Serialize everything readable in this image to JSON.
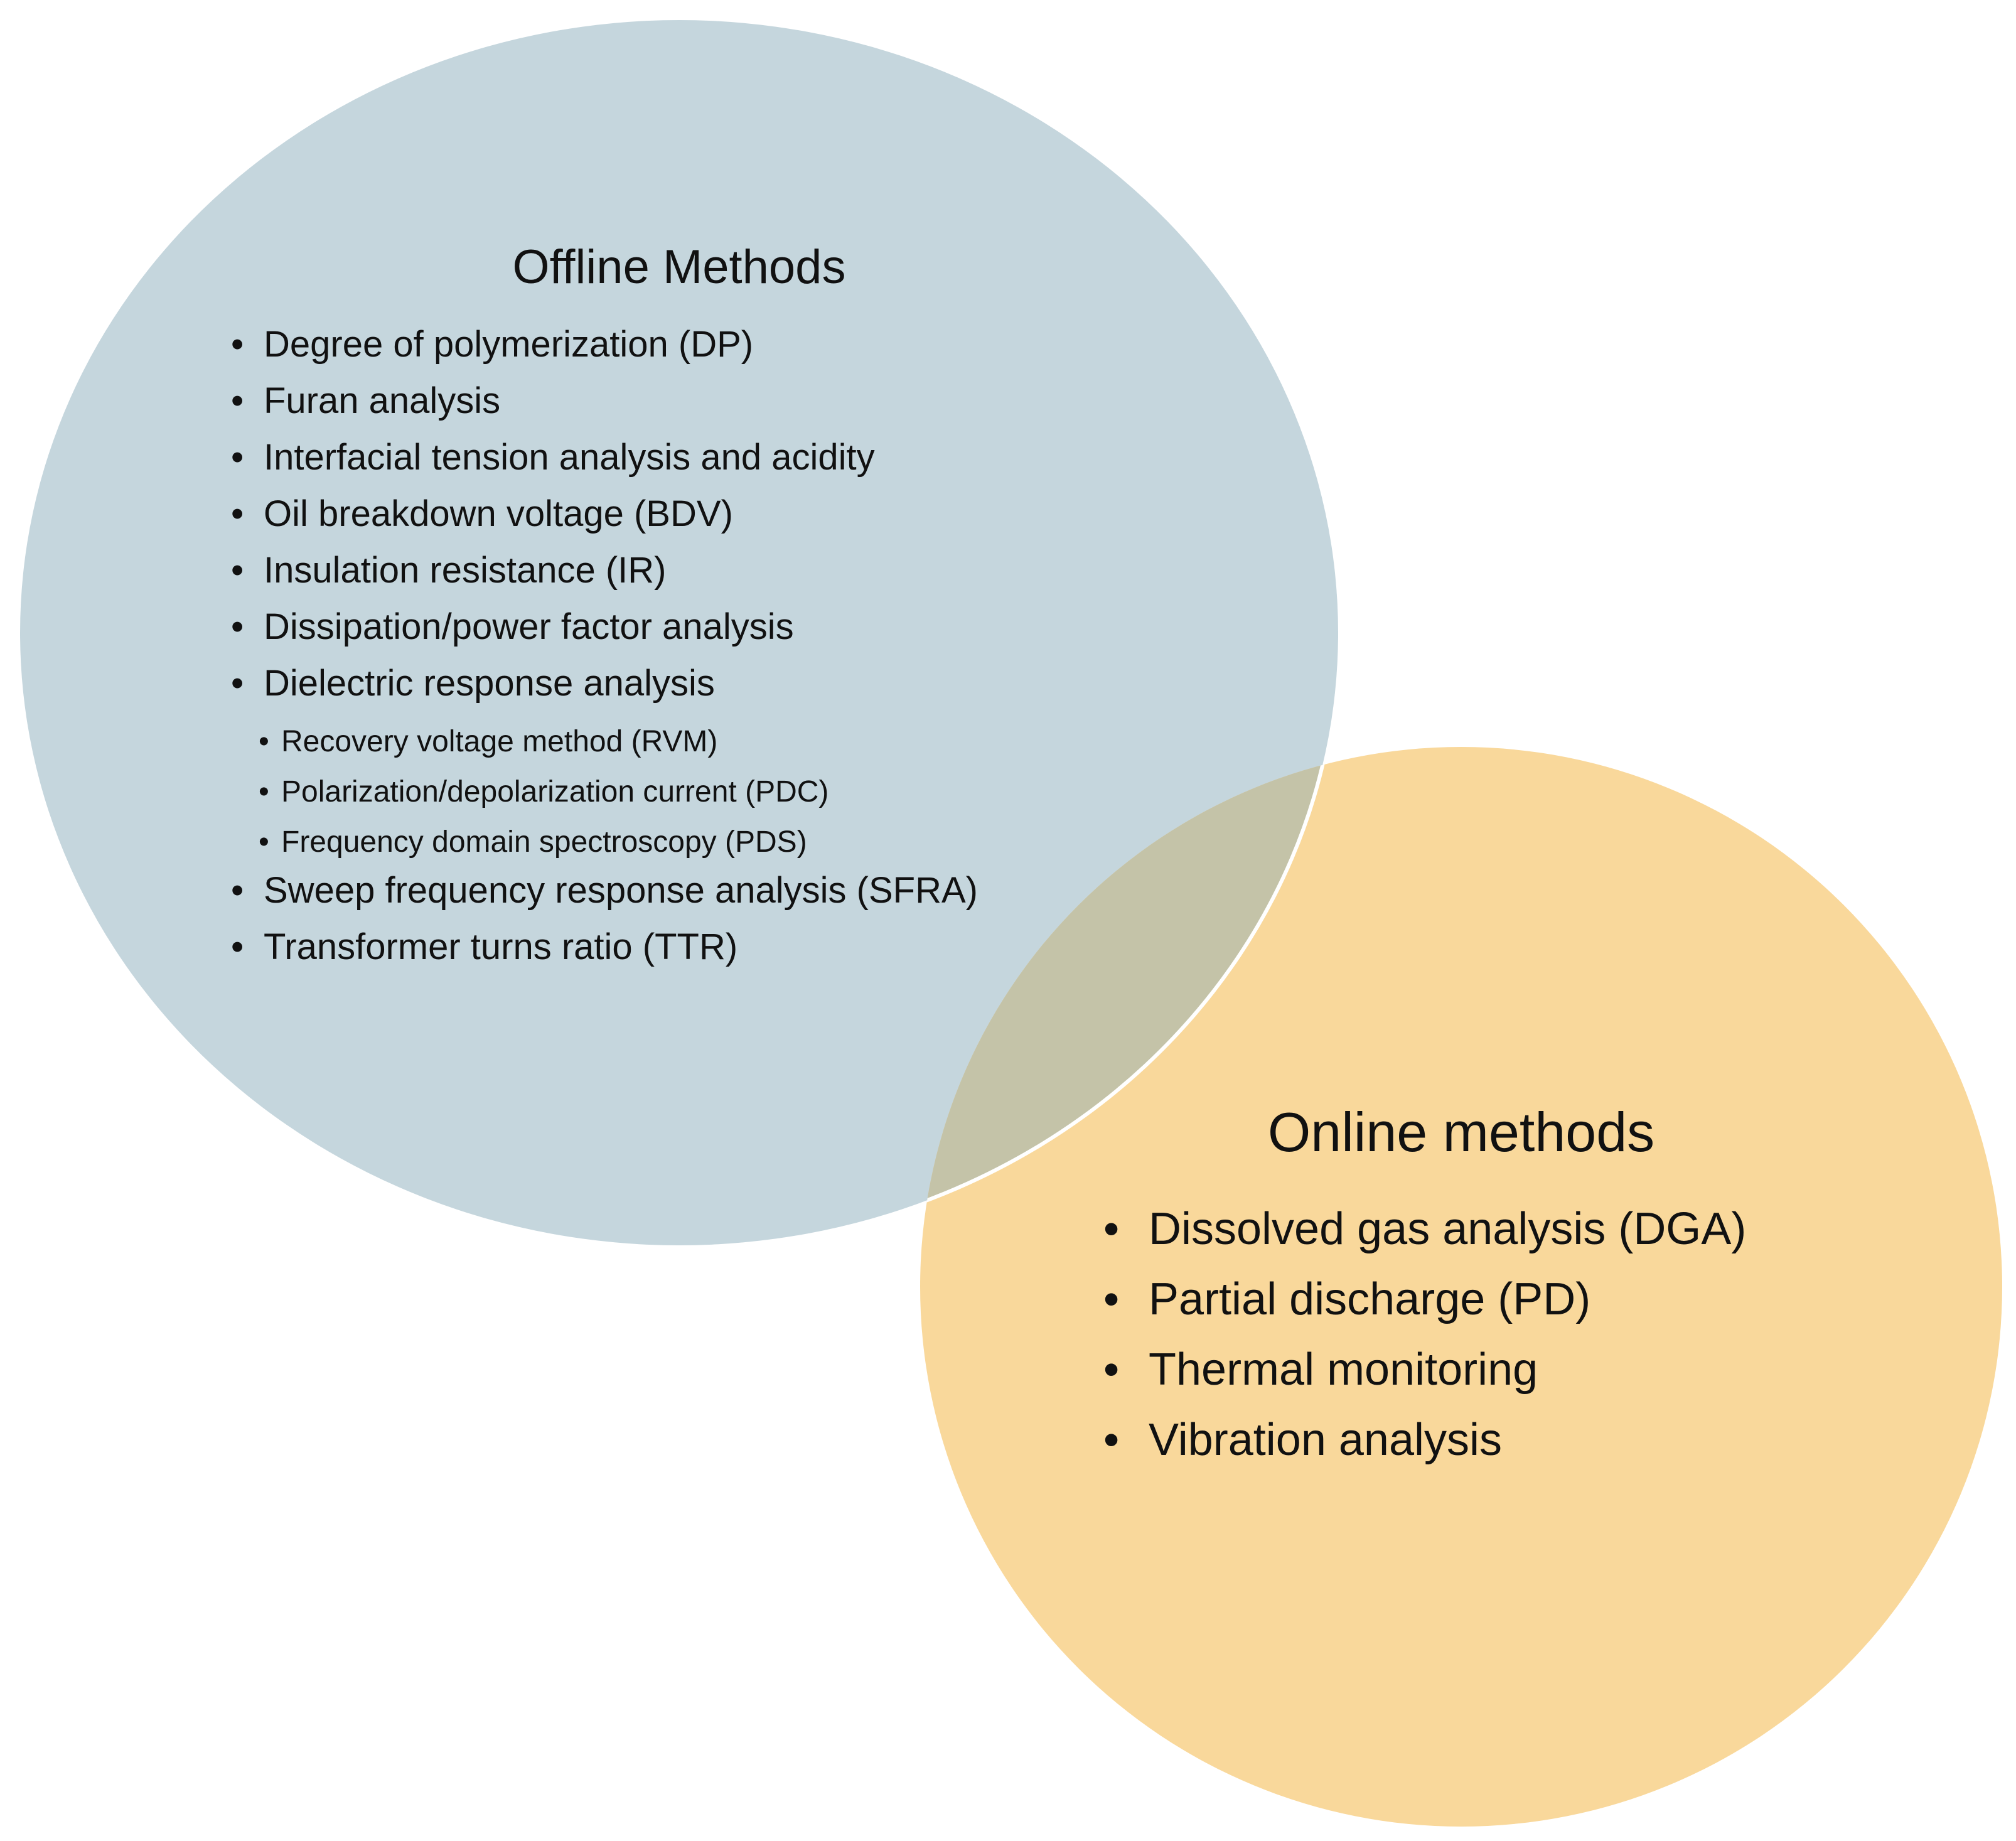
{
  "colors": {
    "offline_circle": "#c5d6dd",
    "online_circle": "#f9d89b",
    "overlap": "#c4c3a8",
    "outline": "#ffffff",
    "text": "#111111"
  },
  "offline": {
    "title": "Offline Methods",
    "items": [
      {
        "label": "Degree of polymerization (DP)",
        "level": 1
      },
      {
        "label": "Furan analysis",
        "level": 1
      },
      {
        "label": "Interfacial tension analysis and acidity",
        "level": 1
      },
      {
        "label": "Oil breakdown voltage (BDV)",
        "level": 1
      },
      {
        "label": "Insulation resistance (IR)",
        "level": 1
      },
      {
        "label": "Dissipation/power factor analysis",
        "level": 1
      },
      {
        "label": "Dielectric response analysis",
        "level": 1
      },
      {
        "label": "Recovery voltage method (RVM)",
        "level": 2
      },
      {
        "label": "Polarization/depolarization current (PDC)",
        "level": 2
      },
      {
        "label": "Frequency domain spectroscopy (PDS)",
        "level": 2
      },
      {
        "label": "Sweep frequency response analysis (SFRA)",
        "level": 1
      },
      {
        "label": "Transformer turns ratio (TTR)",
        "level": 1
      }
    ]
  },
  "online": {
    "title": "Online methods",
    "items": [
      {
        "label": "Dissolved gas analysis (DGA)",
        "level": 1
      },
      {
        "label": "Partial discharge (PD)",
        "level": 1
      },
      {
        "label": "Thermal monitoring",
        "level": 1
      },
      {
        "label": "Vibration analysis",
        "level": 1
      }
    ]
  }
}
